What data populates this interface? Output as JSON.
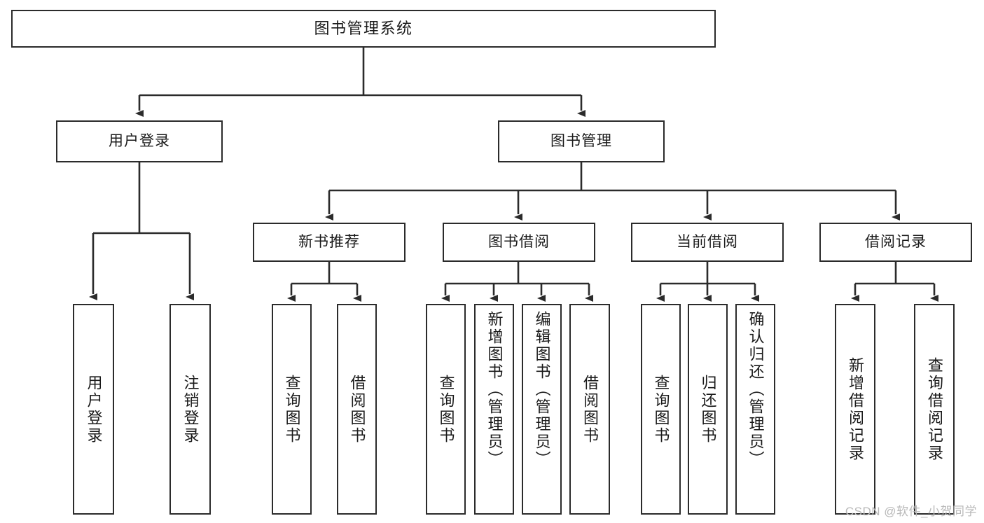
{
  "diagram": {
    "title": "图书管理系统",
    "type": "tree",
    "watermark": "CSDN @软件_小贺同学",
    "colors": {
      "box_border": "#2b2b2b",
      "box_fill": "#ffffff",
      "connector": "#2b2b2b",
      "text": "#1a1a1a",
      "watermark": "#b9b9b9",
      "background": "#ffffff"
    },
    "levels": [
      {
        "level": 0,
        "nodes": [
          {
            "id": "root",
            "label": "图书管理系统",
            "orientation": "horizontal"
          }
        ]
      },
      {
        "level": 1,
        "nodes": [
          {
            "id": "user-login",
            "label": "用户登录",
            "orientation": "horizontal",
            "parent": "root"
          },
          {
            "id": "book-manage",
            "label": "图书管理",
            "orientation": "horizontal",
            "parent": "root"
          }
        ]
      },
      {
        "level": 2,
        "nodes": [
          {
            "id": "new-book-rec",
            "label": "新书推荐",
            "orientation": "horizontal",
            "parent": "book-manage"
          },
          {
            "id": "book-borrow",
            "label": "图书借阅",
            "orientation": "horizontal",
            "parent": "book-manage"
          },
          {
            "id": "current-borrow",
            "label": "当前借阅",
            "orientation": "horizontal",
            "parent": "book-manage"
          },
          {
            "id": "borrow-record",
            "label": "借阅记录",
            "orientation": "horizontal",
            "parent": "book-manage"
          }
        ]
      },
      {
        "level": 3,
        "nodes": [
          {
            "id": "leaf-user-login",
            "label": "用户登录",
            "orientation": "vertical",
            "parent": "user-login"
          },
          {
            "id": "leaf-user-logout",
            "label": "注销登录",
            "orientation": "vertical",
            "parent": "user-login"
          },
          {
            "id": "leaf-query-book-1",
            "label": "查询图书",
            "orientation": "vertical",
            "parent": "new-book-rec"
          },
          {
            "id": "leaf-borrow-book-1",
            "label": "借阅图书",
            "orientation": "vertical",
            "parent": "new-book-rec"
          },
          {
            "id": "leaf-query-book-2",
            "label": "查询图书",
            "orientation": "vertical",
            "parent": "book-borrow"
          },
          {
            "id": "leaf-add-book",
            "label": "新增图书（管理员）",
            "orientation": "vertical",
            "parent": "book-borrow"
          },
          {
            "id": "leaf-edit-book",
            "label": "编辑图书（管理员）",
            "orientation": "vertical",
            "parent": "book-borrow"
          },
          {
            "id": "leaf-borrow-book-2",
            "label": "借阅图书",
            "orientation": "vertical",
            "parent": "book-borrow"
          },
          {
            "id": "leaf-query-book-3",
            "label": "查询图书",
            "orientation": "vertical",
            "parent": "current-borrow"
          },
          {
            "id": "leaf-return-book",
            "label": "归还图书",
            "orientation": "vertical",
            "parent": "current-borrow"
          },
          {
            "id": "leaf-confirm-return",
            "label": "确认归还（管理员）",
            "orientation": "vertical",
            "parent": "current-borrow"
          },
          {
            "id": "leaf-add-record",
            "label": "新增借阅记录",
            "orientation": "vertical",
            "parent": "borrow-record"
          },
          {
            "id": "leaf-query-record",
            "label": "查询借阅记录",
            "orientation": "vertical",
            "parent": "borrow-record"
          }
        ]
      }
    ]
  }
}
